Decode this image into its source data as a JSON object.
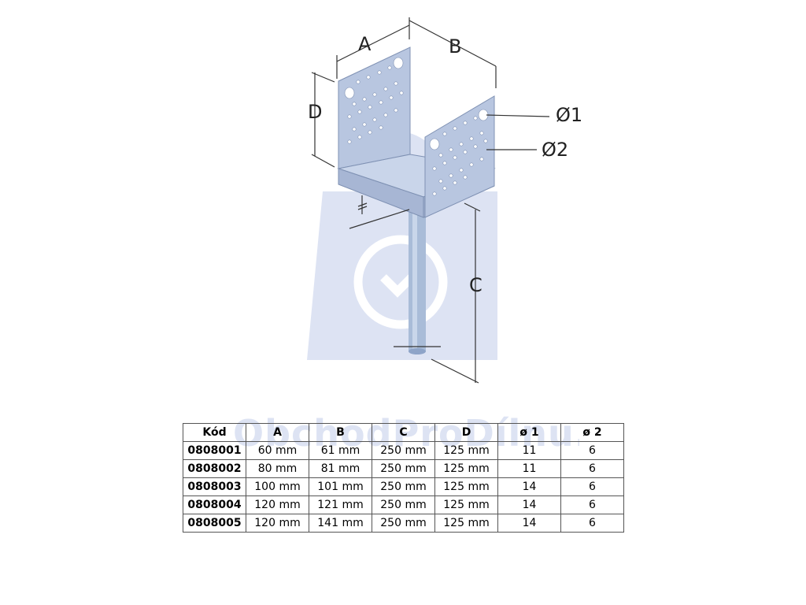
{
  "figure": {
    "labels": {
      "a": "A",
      "b": "B",
      "c": "C",
      "d": "D",
      "hole_1": "Ø1",
      "hole_2": "Ø2"
    },
    "watermark_text": "ObchodProDílnu.cz",
    "colors": {
      "watermark": "#dde3f3",
      "plate": "#b8c6e0",
      "plate_shade": "#a7b6d4",
      "rod": "#a9bcd8",
      "dimension_line": "#333333"
    }
  },
  "table": {
    "headers": [
      "Kód",
      "A",
      "B",
      "C",
      "D",
      "ø 1",
      "ø 2"
    ],
    "rows": [
      [
        "0808001",
        "60 mm",
        "61 mm",
        "250 mm",
        "125 mm",
        "11",
        "6"
      ],
      [
        "0808002",
        "80 mm",
        "81 mm",
        "250 mm",
        "125 mm",
        "11",
        "6"
      ],
      [
        "0808003",
        "100 mm",
        "101 mm",
        "250 mm",
        "125 mm",
        "14",
        "6"
      ],
      [
        "0808004",
        "120 mm",
        "121 mm",
        "250 mm",
        "125 mm",
        "14",
        "6"
      ],
      [
        "0808005",
        "120 mm",
        "141 mm",
        "250 mm",
        "125 mm",
        "14",
        "6"
      ]
    ]
  }
}
